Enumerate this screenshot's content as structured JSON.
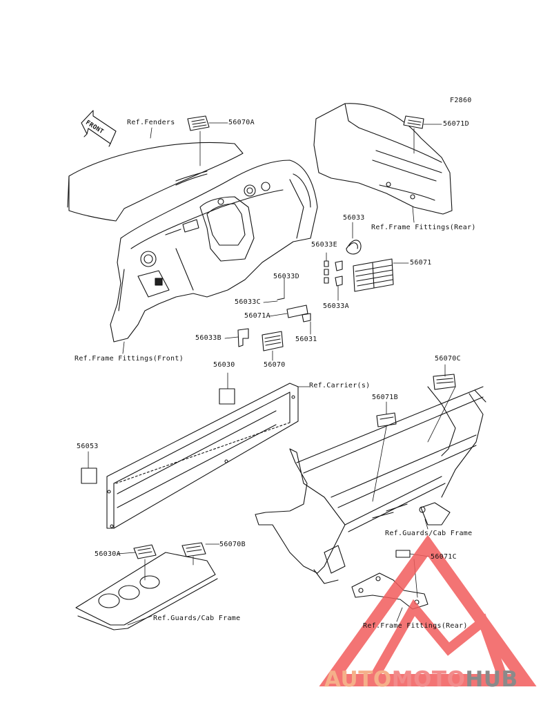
{
  "figure_id": "F2860",
  "direction_arrow": "FRONT",
  "references": {
    "fenders": "Ref.Fenders",
    "frame_rear_top": "Ref.Frame Fittings(Rear)",
    "frame_front": "Ref.Frame Fittings(Front)",
    "carrier": "Ref.Carrier(s)",
    "guards_cab_right": "Ref.Guards/Cab Frame",
    "guards_cab_bottom": "Ref.Guards/Cab Frame",
    "frame_rear_bottom": "Ref.Frame Fittings(Rear)"
  },
  "parts": {
    "p56070A": "56070A",
    "p56071D": "56071D",
    "p56033": "56033",
    "p56033E": "56033E",
    "p56071": "56071",
    "p56033D": "56033D",
    "p56033C": "56033C",
    "p56033A": "56033A",
    "p56071A": "56071A",
    "p56031": "56031",
    "p56033B": "56033B",
    "p56070": "56070",
    "p56030": "56030",
    "p56070C": "56070C",
    "p56071B": "56071B",
    "p56053": "56053",
    "p56030A": "56030A",
    "p56070B": "56070B",
    "p56071C": "56071C"
  },
  "watermark": {
    "part1": "AUTO",
    "part2": "MOTO",
    "part3": "HUB",
    "colors": {
      "auto": "#f5b08a",
      "moto": "#f28b8b",
      "hub": "#8a8a8a",
      "triangle": "#f25c5c"
    }
  }
}
